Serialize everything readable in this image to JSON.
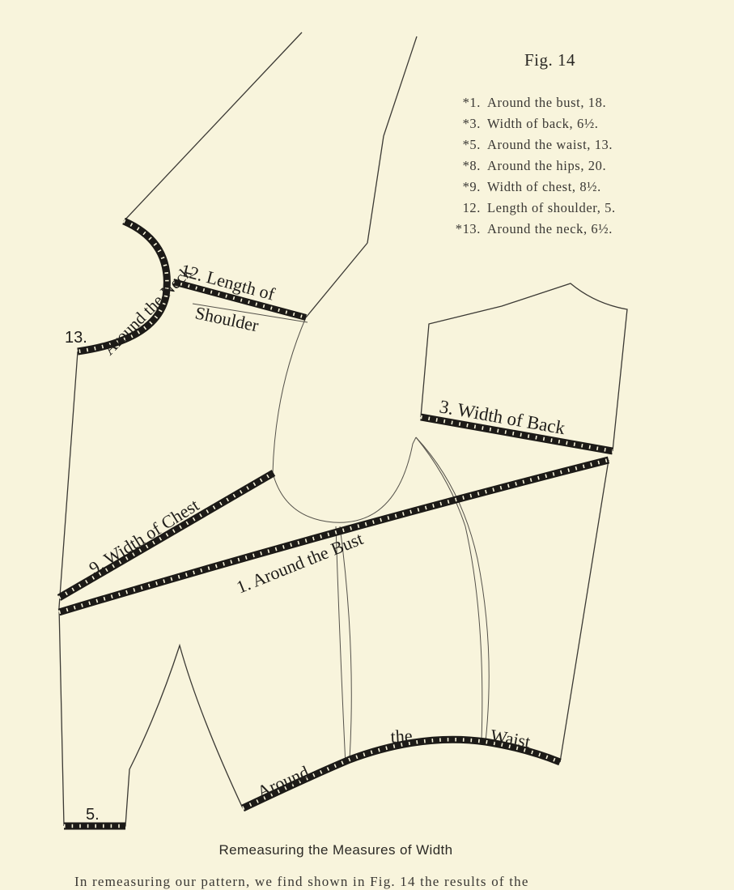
{
  "figure": {
    "title": "Fig. 14",
    "legend": [
      {
        "num": "*1.",
        "text": "Around the bust, 18."
      },
      {
        "num": "*3.",
        "text": "Width of back, 6½."
      },
      {
        "num": "*5.",
        "text": "Around the waist, 13."
      },
      {
        "num": "*8.",
        "text": "Around the hips, 20."
      },
      {
        "num": "*9.",
        "text": "Width of chest, 8½."
      },
      {
        "num": "12.",
        "text": "Length of shoulder, 5."
      },
      {
        "num": "*13.",
        "text": "Around the neck, 6½."
      }
    ],
    "labels": {
      "neck_num": "13.",
      "neck_text": "Around the Neck",
      "shoulder_top": "12. Length of",
      "shoulder_bottom": "Shoulder",
      "back": "3. Width of Back",
      "chest": "9. Width of Chest",
      "bust": "1. Around the Bust",
      "waist_1": "Around",
      "waist_2": "the",
      "waist_3": "Waist",
      "five": "5."
    }
  },
  "caption": "Remeasuring the Measures of Width",
  "body_text": "In remeasuring our pattern, we find shown in Fig. 14 the results of the"
}
